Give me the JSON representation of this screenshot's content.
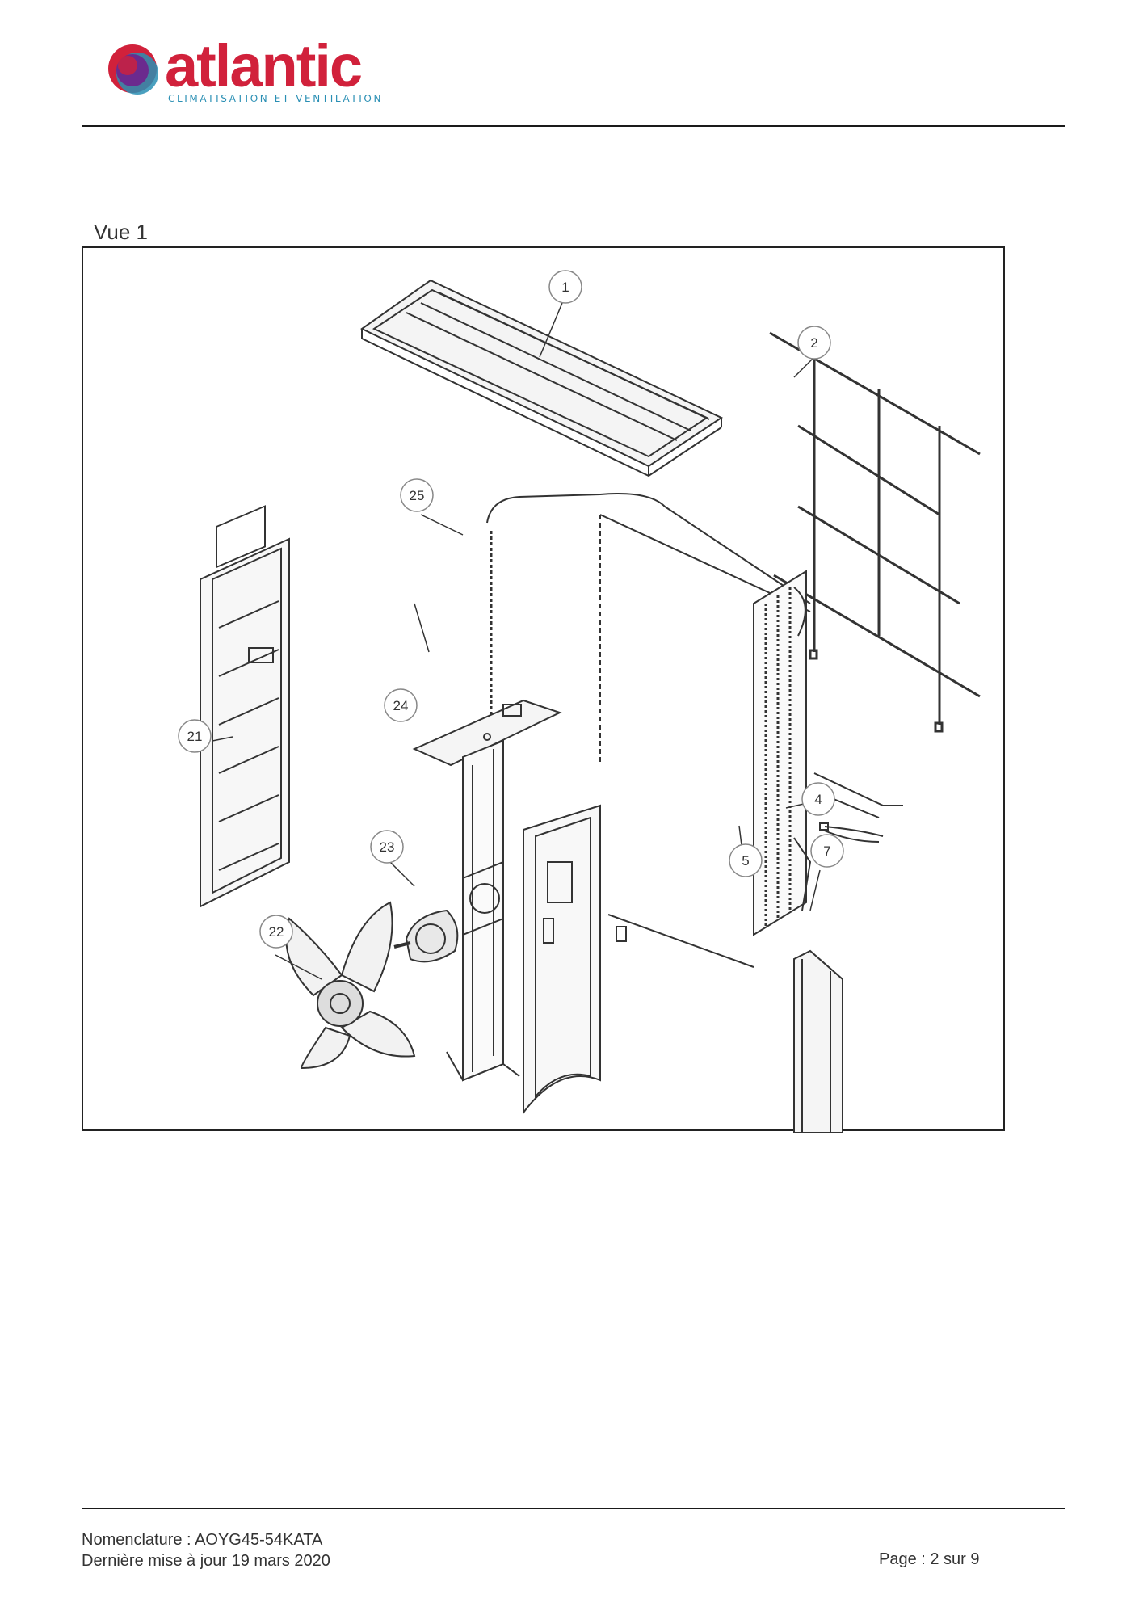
{
  "brand": {
    "name": "atlantic",
    "tagline": "CLIMATISATION ET VENTILATION",
    "colors": {
      "red": "#d1213b",
      "purple": "#6b2a8e",
      "cyan": "#2a8fb4"
    }
  },
  "view": {
    "title": "Vue 1"
  },
  "callouts": [
    {
      "id": "c1",
      "label": "1"
    },
    {
      "id": "c2",
      "label": "2"
    },
    {
      "id": "c4",
      "label": "4"
    },
    {
      "id": "c5",
      "label": "5"
    },
    {
      "id": "c7",
      "label": "7"
    },
    {
      "id": "c21",
      "label": "21"
    },
    {
      "id": "c22",
      "label": "22"
    },
    {
      "id": "c23",
      "label": "23"
    },
    {
      "id": "c24",
      "label": "24"
    },
    {
      "id": "c25",
      "label": "25"
    }
  ],
  "footer": {
    "nomenclature": "Nomenclature : AOYG45-54KATA",
    "updated": "Dernière mise à jour 19 mars 2020",
    "page": "Page : 2 sur 9"
  }
}
